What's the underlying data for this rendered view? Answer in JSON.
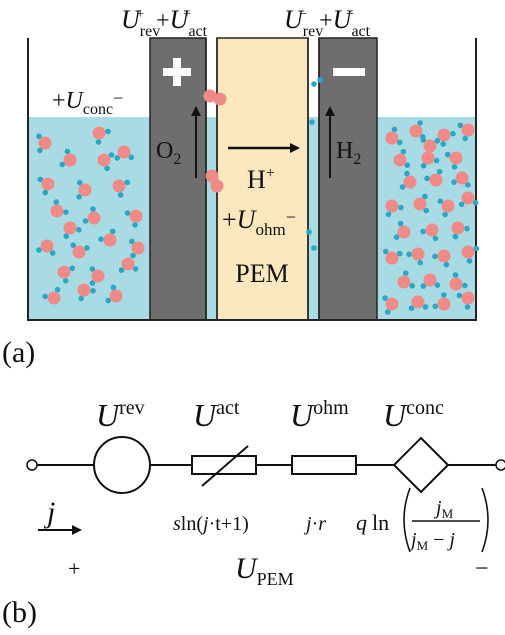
{
  "panel_a": {
    "label": "(a)",
    "anode_voltage": {
      "U": "U",
      "rev": "rev",
      "plus1": "+",
      "act": "act",
      "plus2": "+",
      "sep": "+"
    },
    "cathode_voltage": {
      "U": "U",
      "rev": "rev",
      "minus1": "−",
      "act": "act",
      "minus2": "−",
      "sep": "+"
    },
    "conc_label": {
      "plus": "+",
      "U": "U",
      "sub": "conc",
      "minus": "−"
    },
    "ohm_label": {
      "plus": "+",
      "U": "U",
      "sub": "ohm",
      "minus": "−"
    },
    "anode_sign": "+",
    "cathode_sign": "−",
    "o2": {
      "main": "O",
      "sub": "2"
    },
    "h2": {
      "main": "H",
      "sub": "2"
    },
    "hplus": {
      "main": "H",
      "sup": "+"
    },
    "membrane_label": "PEM",
    "colors": {
      "water": "#a9dbe4",
      "electrode": "#6e6e6e",
      "membrane": "#fbe8bf",
      "oxygen_atom": "#f08a86",
      "hydrogen_atom": "#2aa6c7"
    }
  },
  "panel_b": {
    "label": "(b)",
    "rev": {
      "U": "U",
      "sup": "rev"
    },
    "act": {
      "U": "U",
      "sup": "act"
    },
    "ohm": {
      "U": "U",
      "sup": "ohm"
    },
    "conc": {
      "U": "U",
      "sup": "conc"
    },
    "act_formula": {
      "s": "s",
      "ln": "ln(",
      "j": "j",
      "dot_t": "·t",
      "plus1": "+1)"
    },
    "ohm_formula": {
      "j": "j",
      "dot": "·",
      "r": "r"
    },
    "conc_formula": {
      "q": "q",
      "ln": "ln",
      "num_j": "j",
      "num_sub": "M",
      "den_j": "j",
      "den_sub": "M",
      "den_minus": " − ",
      "den_j2": "j"
    },
    "current": "j",
    "plus": "+",
    "minus": "−",
    "upem": {
      "U": "U",
      "sub": "PEM"
    }
  }
}
